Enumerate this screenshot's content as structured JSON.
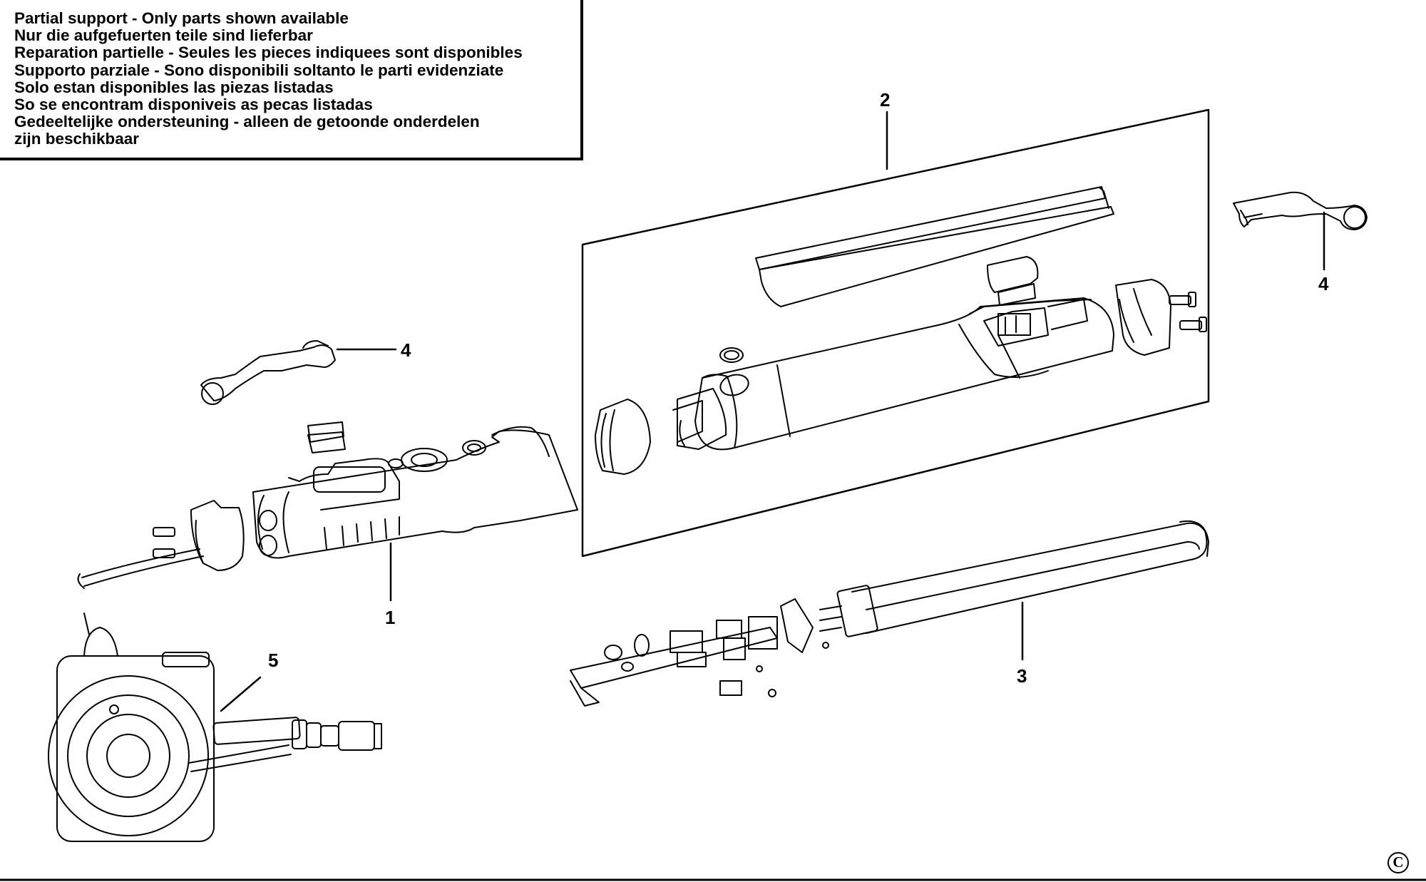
{
  "notice": {
    "lines": [
      "Partial support - Only parts shown available",
      "Nur die aufgefuerten teile sind lieferbar",
      "Reparation partielle - Seules les pieces indiquees sont disponibles",
      "Supporto parziale - Sono disponibili soltanto le parti evidenziate",
      "Solo estan disponibles las piezas listadas",
      "So se encontram disponiveis as pecas listadas",
      "Gedeeltelijke ondersteuning - alleen de getoonde onderdelen",
      "zijn beschikbaar"
    ]
  },
  "callouts": {
    "c1": "1",
    "c2": "2",
    "c3": "3",
    "c4a": "4",
    "c4b": "4",
    "c5": "5"
  },
  "copyright": "C"
}
